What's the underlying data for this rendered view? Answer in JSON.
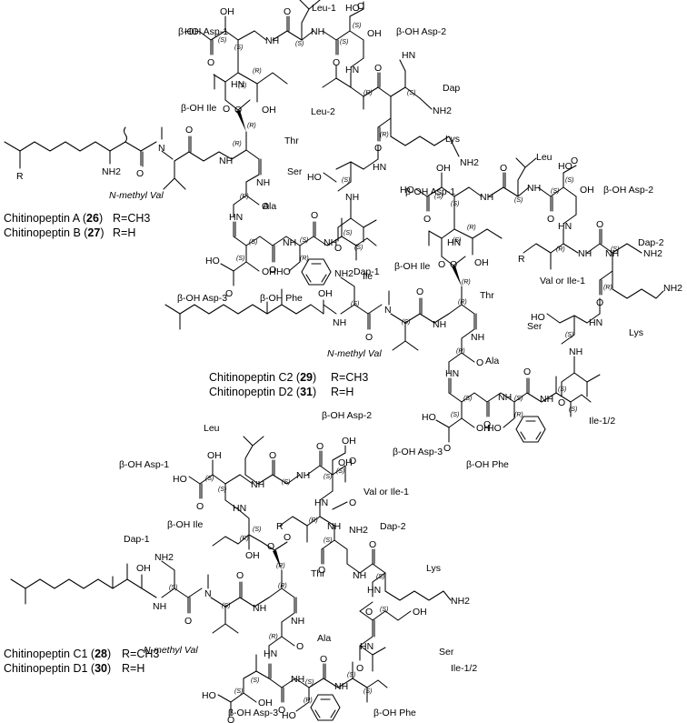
{
  "molecule_1": {
    "residues": {
      "leu1": "Leu-1",
      "bohAsp1": "β-OH Asp-1",
      "bohAsp2": "β-OH Asp-2",
      "bohIle": "β-OH Ile",
      "dap": "Dap",
      "leu2": "Leu-2",
      "thr": "Thr",
      "lys": "Lys",
      "ser": "Ser",
      "ala": "Ala",
      "nmeVal": "N-methyl Val",
      "ile": "Ile",
      "bohAsp3": "β-OH Asp-3",
      "bohPhe": "β-OH Phe"
    },
    "compounds": [
      {
        "name": "Chitinopeptin A",
        "number": "26",
        "r": "R=CH3"
      },
      {
        "name": "Chitinopeptin B",
        "number": "27",
        "r": "R=H"
      }
    ]
  },
  "molecule_2": {
    "residues": {
      "leu": "Leu",
      "bohAsp1": "β-OH Asp-1",
      "bohAsp2": "β-OH Asp-2",
      "bohIle": "β-OH Ile",
      "dap2": "Dap-2",
      "dap1": "Dap-1",
      "valIle1": "Val or Ile-1",
      "thr": "Thr",
      "lys": "Lys",
      "ser": "Ser",
      "ala": "Ala",
      "nmeVal": "N-methyl Val",
      "ile12": "Ile-1/2",
      "bohAsp3": "β-OH Asp-3",
      "bohPhe": "β-OH Phe"
    },
    "compounds": [
      {
        "name": "Chitinopeptin C2",
        "number": "29",
        "r": "R=CH3"
      },
      {
        "name": "Chitinopeptin D2",
        "number": "31",
        "r": "R=H"
      }
    ]
  },
  "molecule_3": {
    "residues": {
      "leu": "Leu",
      "bohAsp2": "β-OH Asp-2",
      "bohAsp1": "β-OH Asp-1",
      "valIle1": "Val or Ile-1",
      "bohIle": "β-OH Ile",
      "dap2": "Dap-2",
      "dap1": "Dap-1",
      "thr": "Thr",
      "lys": "Lys",
      "ala": "Ala",
      "ser": "Ser",
      "nmeVal": "N-methyl Val",
      "ile12": "Ile-1/2",
      "bohAsp3": "β-OH Asp-3",
      "bohPhe": "β-OH Phe"
    },
    "compounds": [
      {
        "name": "Chitinopeptin C1",
        "number": "28",
        "r": "R=CH3"
      },
      {
        "name": "Chitinopeptin D1",
        "number": "30",
        "r": "R=H"
      }
    ]
  },
  "atoms": {
    "ho": "HO",
    "oh": "OH",
    "o": "O",
    "n": "N",
    "nh": "NH",
    "hn": "HN",
    "nh2": "NH2",
    "r": "R",
    "s": "(S)",
    "rr": "(R)"
  }
}
